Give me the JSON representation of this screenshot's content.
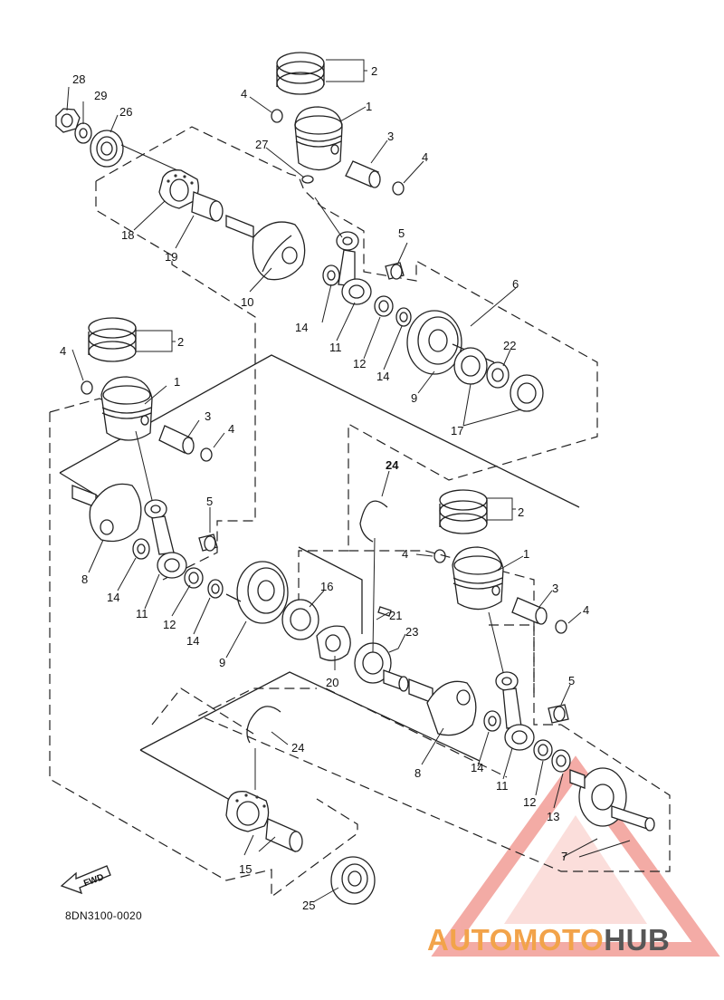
{
  "diagram": {
    "code": "8DN3100-0020",
    "fwd_label": "FWD",
    "callouts": {
      "c28": "28",
      "c29": "29",
      "c26": "26",
      "c2a": "2",
      "c4a": "4",
      "c1a": "1",
      "c27": "27",
      "c3a": "3",
      "c4b": "4",
      "c18": "18",
      "c19": "19",
      "c10": "10",
      "c5a": "5",
      "c6": "6",
      "c14a": "14",
      "c11a": "11",
      "c12a": "12",
      "c14b": "14",
      "c9a": "9",
      "c22": "22",
      "c17": "17",
      "c2b": "2",
      "c4c": "4",
      "c1b": "1",
      "c3b": "3",
      "c4d": "4",
      "c5b": "5",
      "c8a": "8",
      "c14c": "14",
      "c11b": "11",
      "c12b": "12",
      "c14d": "14",
      "c9b": "9",
      "c16": "16",
      "c21": "21",
      "c23": "23",
      "c20": "20",
      "c24a": "24",
      "c2c": "2",
      "c4e": "4",
      "c1c": "1",
      "c3c": "3",
      "c4f": "4",
      "c5c": "5",
      "c8b": "8",
      "c14e": "14",
      "c11c": "11",
      "c12c": "12",
      "c13": "13",
      "c7": "7",
      "c24b": "24",
      "c15": "15",
      "c25": "25"
    }
  },
  "watermark": {
    "part1": "AUTOMOTO",
    "part2": "HUB",
    "accent_color": "#f2a34a",
    "triangle_color": "#f08f88"
  }
}
